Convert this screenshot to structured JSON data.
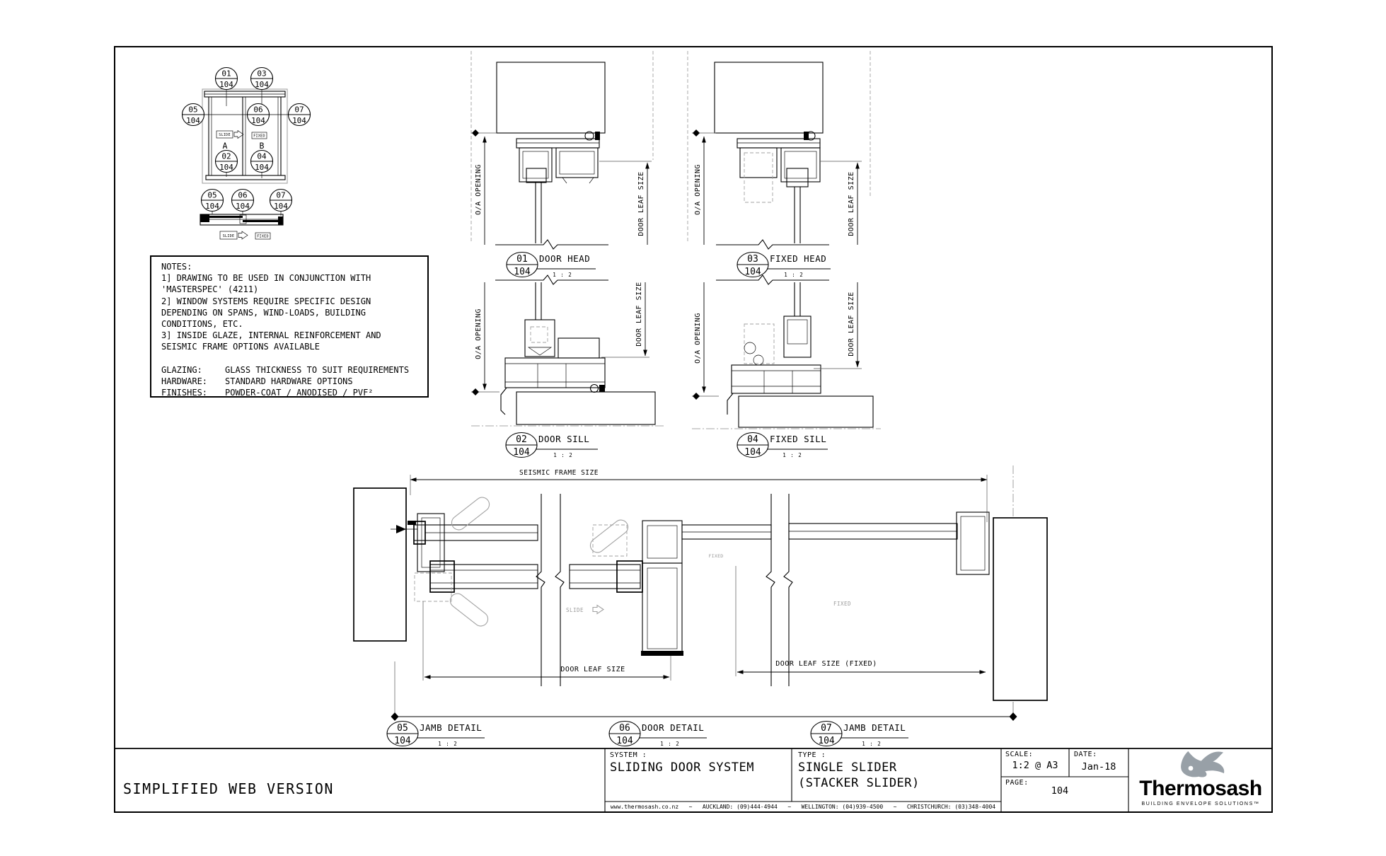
{
  "sheet": {
    "watermark": "SIMPLIFIED WEB VERSION",
    "number": "104"
  },
  "elevation": {
    "panel_a_label": "A",
    "panel_b_label": "B",
    "slide_label": "SLIDE",
    "fixed_label": "FIXED",
    "plan_slide_label": "SLIDE",
    "plan_fixed_label": "FIXED",
    "callouts": [
      {
        "num": "01",
        "sheet": "104"
      },
      {
        "num": "03",
        "sheet": "104"
      },
      {
        "num": "05",
        "sheet": "104"
      },
      {
        "num": "06",
        "sheet": "104"
      },
      {
        "num": "07",
        "sheet": "104"
      },
      {
        "num": "02",
        "sheet": "104"
      },
      {
        "num": "04",
        "sheet": "104"
      },
      {
        "num": "05",
        "sheet": "104"
      },
      {
        "num": "06",
        "sheet": "104"
      },
      {
        "num": "07",
        "sheet": "104"
      }
    ]
  },
  "notes": {
    "title": "NOTES:",
    "body": [
      "1] DRAWING TO BE USED IN CONJUNCTION WITH",
      "'MASTERSPEC' (4211)",
      "2] WINDOW SYSTEMS REQUIRE SPECIFIC DESIGN",
      "DEPENDING ON SPANS, WIND-LOADS, BUILDING",
      "CONDITIONS, ETC.",
      "3] INSIDE GLAZE, INTERNAL REINFORCEMENT AND",
      "SEISMIC FRAME OPTIONS AVAILABLE"
    ],
    "specs": [
      {
        "label": "GLAZING:",
        "value": "GLASS THICKNESS TO SUIT REQUIREMENTS"
      },
      {
        "label": "HARDWARE:",
        "value": "STANDARD HARDWARE OPTIONS"
      },
      {
        "label": "FINISHES:",
        "value": "POWDER-COAT / ANODISED / PVF²"
      }
    ]
  },
  "details": [
    {
      "num": "01",
      "sheet": "104",
      "title": "DOOR HEAD",
      "scale": "1 : 2"
    },
    {
      "num": "02",
      "sheet": "104",
      "title": "DOOR SILL",
      "scale": "1 : 2"
    },
    {
      "num": "03",
      "sheet": "104",
      "title": "FIXED HEAD",
      "scale": "1 : 2"
    },
    {
      "num": "04",
      "sheet": "104",
      "title": "FIXED SILL",
      "scale": "1 : 2"
    },
    {
      "num": "05",
      "sheet": "104",
      "title": "JAMB DETAIL",
      "scale": "1 : 2"
    },
    {
      "num": "06",
      "sheet": "104",
      "title": "DOOR DETAIL",
      "scale": "1 : 2"
    },
    {
      "num": "07",
      "sheet": "104",
      "title": "JAMB DETAIL",
      "scale": "1 : 2"
    }
  ],
  "dims": {
    "oa_opening": "O/A OPENING",
    "door_leaf_size": "DOOR LEAF SIZE",
    "door_leaf_size_fixed": "DOOR LEAF SIZE (FIXED)",
    "seismic_frame_size": "SEISMIC FRAME SIZE",
    "slide": "SLIDE",
    "fixed": "FIXED"
  },
  "title_block": {
    "system_label": "SYSTEM :",
    "system": "SLIDING DOOR SYSTEM",
    "type_label": "TYPE :",
    "type_line1": "SINGLE SLIDER",
    "type_line2": "(STACKER SLIDER)",
    "scale_label": "SCALE:",
    "scale": "1:2 @ A3",
    "date_label": "DATE:",
    "date": "Jan-18",
    "page_label": "PAGE:",
    "page": "104",
    "contact": "www.thermosash.co.nz   ~   AUCKLAND: (09)444-4944   ~   WELLINGTON: (04)939-4500   ~   CHRISTCHURCH: (03)348-4004"
  },
  "logo": {
    "brand": "Thermosash",
    "tagline": "BUILDING ENVELOPE SOLUTIONS™",
    "brand_color": "#1c5f93",
    "bird_color": "#98a0a7",
    "tagline_color": "#8b9299"
  }
}
